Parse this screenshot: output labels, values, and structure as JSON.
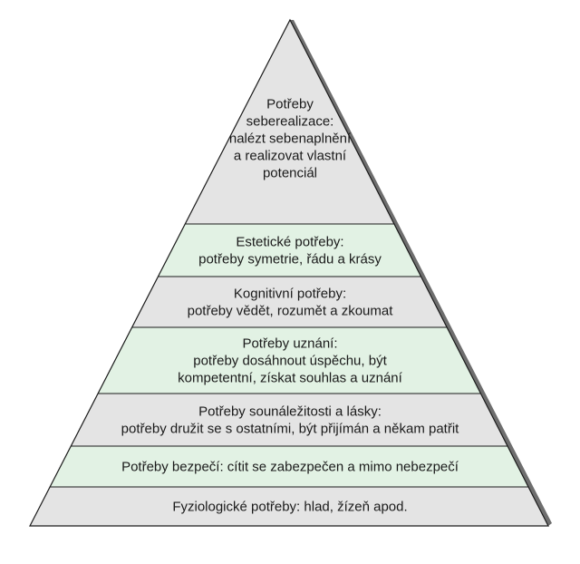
{
  "pyramid": {
    "colors": {
      "gray_fill": "#e4e4e4",
      "green_fill": "#e2f2e4",
      "outline": "#1a1a1a",
      "shadow": "#6e6e6e",
      "text": "#1a1a1a"
    },
    "levels": [
      {
        "name": "level-self-actualization",
        "fill": "gray",
        "lines": [
          "Potřeby",
          "seberealizace:",
          "nalézt sebenaplnění",
          "a realizovat vlastní",
          "potenciál"
        ]
      },
      {
        "name": "level-aesthetic",
        "fill": "green",
        "lines": [
          "Estetické potřeby:",
          "potřeby symetrie, řádu a krásy"
        ]
      },
      {
        "name": "level-cognitive",
        "fill": "gray",
        "lines": [
          "Kognitivní potřeby:",
          "potřeby vědět, rozumět a zkoumat"
        ]
      },
      {
        "name": "level-esteem",
        "fill": "green",
        "lines": [
          "Potřeby uznání:",
          "potřeby dosáhnout úspěchu, být",
          "kompetentní, získat souhlas a uznání"
        ]
      },
      {
        "name": "level-belonging",
        "fill": "gray",
        "lines": [
          "Potřeby sounáležitosti a lásky:",
          "potřeby družit se s ostatními, být přijímán a někam patřit"
        ]
      },
      {
        "name": "level-safety",
        "fill": "green",
        "lines": [
          "Potřeby bezpečí: cítit se zabezpečen a mimo nebezpečí"
        ]
      },
      {
        "name": "level-physiological",
        "fill": "gray",
        "lines": [
          "Fyziologické potřeby: hlad, žízeň apod."
        ]
      }
    ]
  }
}
